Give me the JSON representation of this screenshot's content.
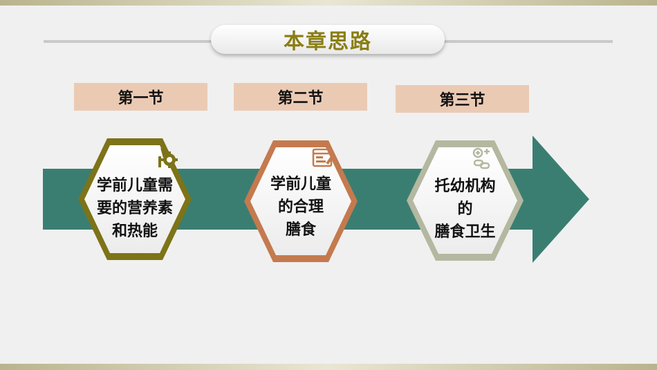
{
  "title": "本章思路",
  "sections": [
    {
      "label": "第一节",
      "lines": [
        "学前儿童需",
        "要的营养素",
        "和热能"
      ],
      "icon": "gear-tools-icon",
      "color": "#7d7318"
    },
    {
      "label": "第二节",
      "lines": [
        "学前儿童",
        "的合理",
        "膳食"
      ],
      "icon": "web-form-icon",
      "color": "#c47a4e"
    },
    {
      "label": "第三节",
      "lines": [
        "托幼机构",
        "的",
        "膳食卫生"
      ],
      "icon": "medical-link-icon",
      "color": "#b4b8a0"
    }
  ],
  "colors": {
    "arrow": "#3a7e72",
    "title": "#8a7e14",
    "label_bg": "#ebcab4"
  }
}
